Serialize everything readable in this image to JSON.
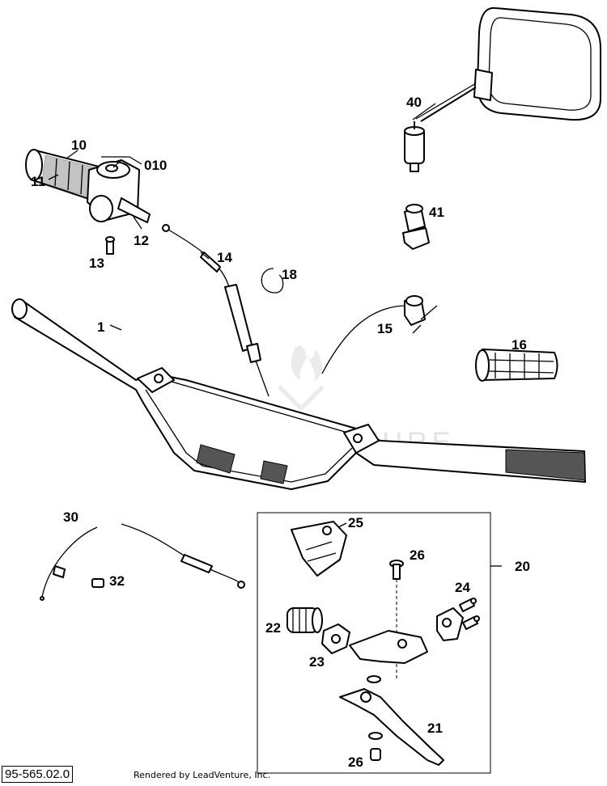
{
  "diagram": {
    "document_code": "95-565.02.0",
    "credit": "Rendered by LeadVenture, Inc.",
    "watermark": "LEADVENTURE",
    "callouts": {
      "p1": "1",
      "p10": "10",
      "p010": "010",
      "p11": "11",
      "p12": "12",
      "p13": "13",
      "p14": "14",
      "p15": "15",
      "p16": "16",
      "p18": "18",
      "p20": "20",
      "p21": "21",
      "p22": "22",
      "p23": "23",
      "p24": "24",
      "p25": "25",
      "p26a": "26",
      "p26b": "26",
      "p30": "30",
      "p32": "32",
      "p40": "40",
      "p41": "41"
    }
  }
}
